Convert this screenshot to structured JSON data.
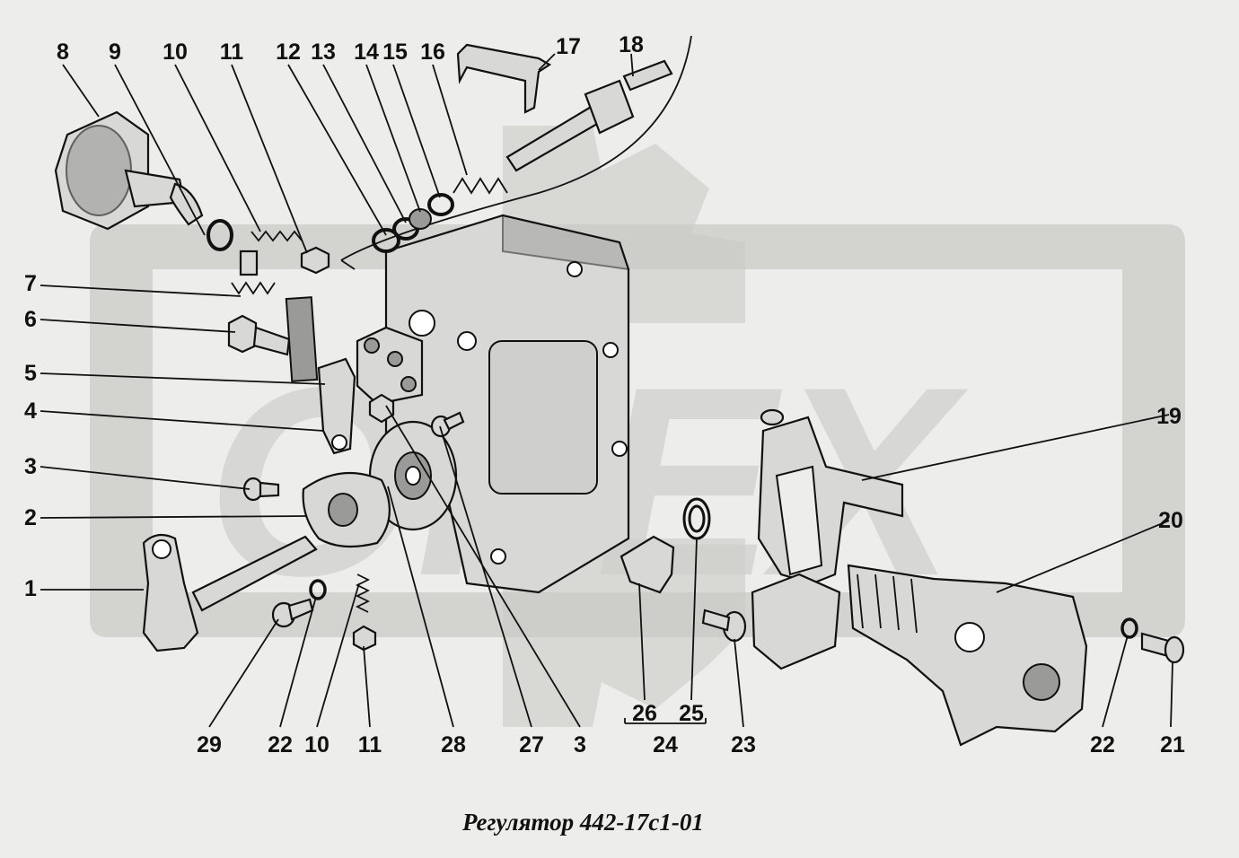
{
  "caption": "Регулятор 442-17с1-01",
  "watermark": {
    "text": "OPEX",
    "color": "#cfcfcc"
  },
  "colors": {
    "background": "#ededeb",
    "ink": "#111111",
    "part_fill": "#d8d8d6"
  },
  "callouts": [
    {
      "id": "c1",
      "label": "1"
    },
    {
      "id": "c2",
      "label": "2"
    },
    {
      "id": "c3",
      "label": "3"
    },
    {
      "id": "c4",
      "label": "4"
    },
    {
      "id": "c5",
      "label": "5"
    },
    {
      "id": "c6",
      "label": "6"
    },
    {
      "id": "c7",
      "label": "7"
    },
    {
      "id": "c8",
      "label": "8"
    },
    {
      "id": "c9",
      "label": "9"
    },
    {
      "id": "c10",
      "label": "10"
    },
    {
      "id": "c11",
      "label": "11"
    },
    {
      "id": "c12",
      "label": "12"
    },
    {
      "id": "c13",
      "label": "13"
    },
    {
      "id": "c14",
      "label": "14"
    },
    {
      "id": "c15",
      "label": "15"
    },
    {
      "id": "c16",
      "label": "16"
    },
    {
      "id": "c17",
      "label": "17"
    },
    {
      "id": "c18",
      "label": "18"
    },
    {
      "id": "c19",
      "label": "19"
    },
    {
      "id": "c20",
      "label": "20"
    },
    {
      "id": "c21",
      "label": "21"
    },
    {
      "id": "c22a",
      "label": "22"
    },
    {
      "id": "c22b",
      "label": "22"
    },
    {
      "id": "c23",
      "label": "23"
    },
    {
      "id": "c24",
      "label": "24"
    },
    {
      "id": "c25",
      "label": "25"
    },
    {
      "id": "c26",
      "label": "26"
    },
    {
      "id": "c27",
      "label": "27"
    },
    {
      "id": "c28",
      "label": "28"
    },
    {
      "id": "c29",
      "label": "29"
    },
    {
      "id": "c10b",
      "label": "10"
    },
    {
      "id": "c11b",
      "label": "11"
    },
    {
      "id": "c3b",
      "label": "3"
    }
  ]
}
